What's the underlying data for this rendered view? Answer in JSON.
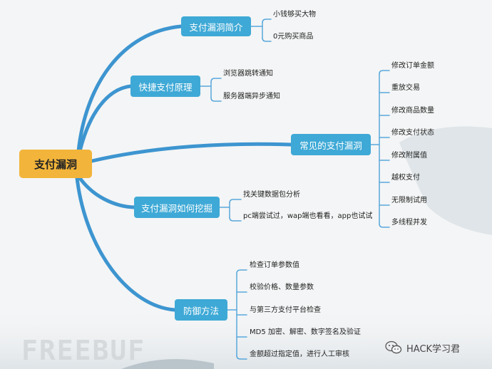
{
  "root": "支付漏洞",
  "branches": [
    {
      "id": "b1",
      "label": "支付漏洞简介",
      "leaves": [
        "小钱够买大物",
        "0元购买商品"
      ]
    },
    {
      "id": "b2",
      "label": "快捷支付原理",
      "leaves": [
        "浏览器跳转通知",
        "服务器端异步通知"
      ]
    },
    {
      "id": "b3",
      "label": "常见的支付漏洞",
      "leaves": [
        "修改订单金额",
        "重放交易",
        "修改商品数量",
        "修改支付状态",
        "修改附属值",
        "越权支付",
        "无限制试用",
        "多线程并发"
      ]
    },
    {
      "id": "b4",
      "label": "支付漏洞如何挖掘",
      "leaves": [
        "找关键数据包分析",
        "pc端尝试过，wap端也看看，app也试试"
      ]
    },
    {
      "id": "b5",
      "label": "防御方法",
      "leaves": [
        "检查订单参数值",
        "校验价格、数量参数",
        "与第三方支付平台检查",
        "MD5 加密、解密、数字签名及验证",
        "金额超过指定值，进行人工审核"
      ]
    }
  ],
  "watermark": "FREEBUF",
  "brand": {
    "label": "HACK学习君",
    "icon": "wechat-icon"
  },
  "colors": {
    "branch": "#3ea9d6",
    "root": "#f2b43a",
    "line": "#3d95d0",
    "leafline": "#59a8dc"
  }
}
